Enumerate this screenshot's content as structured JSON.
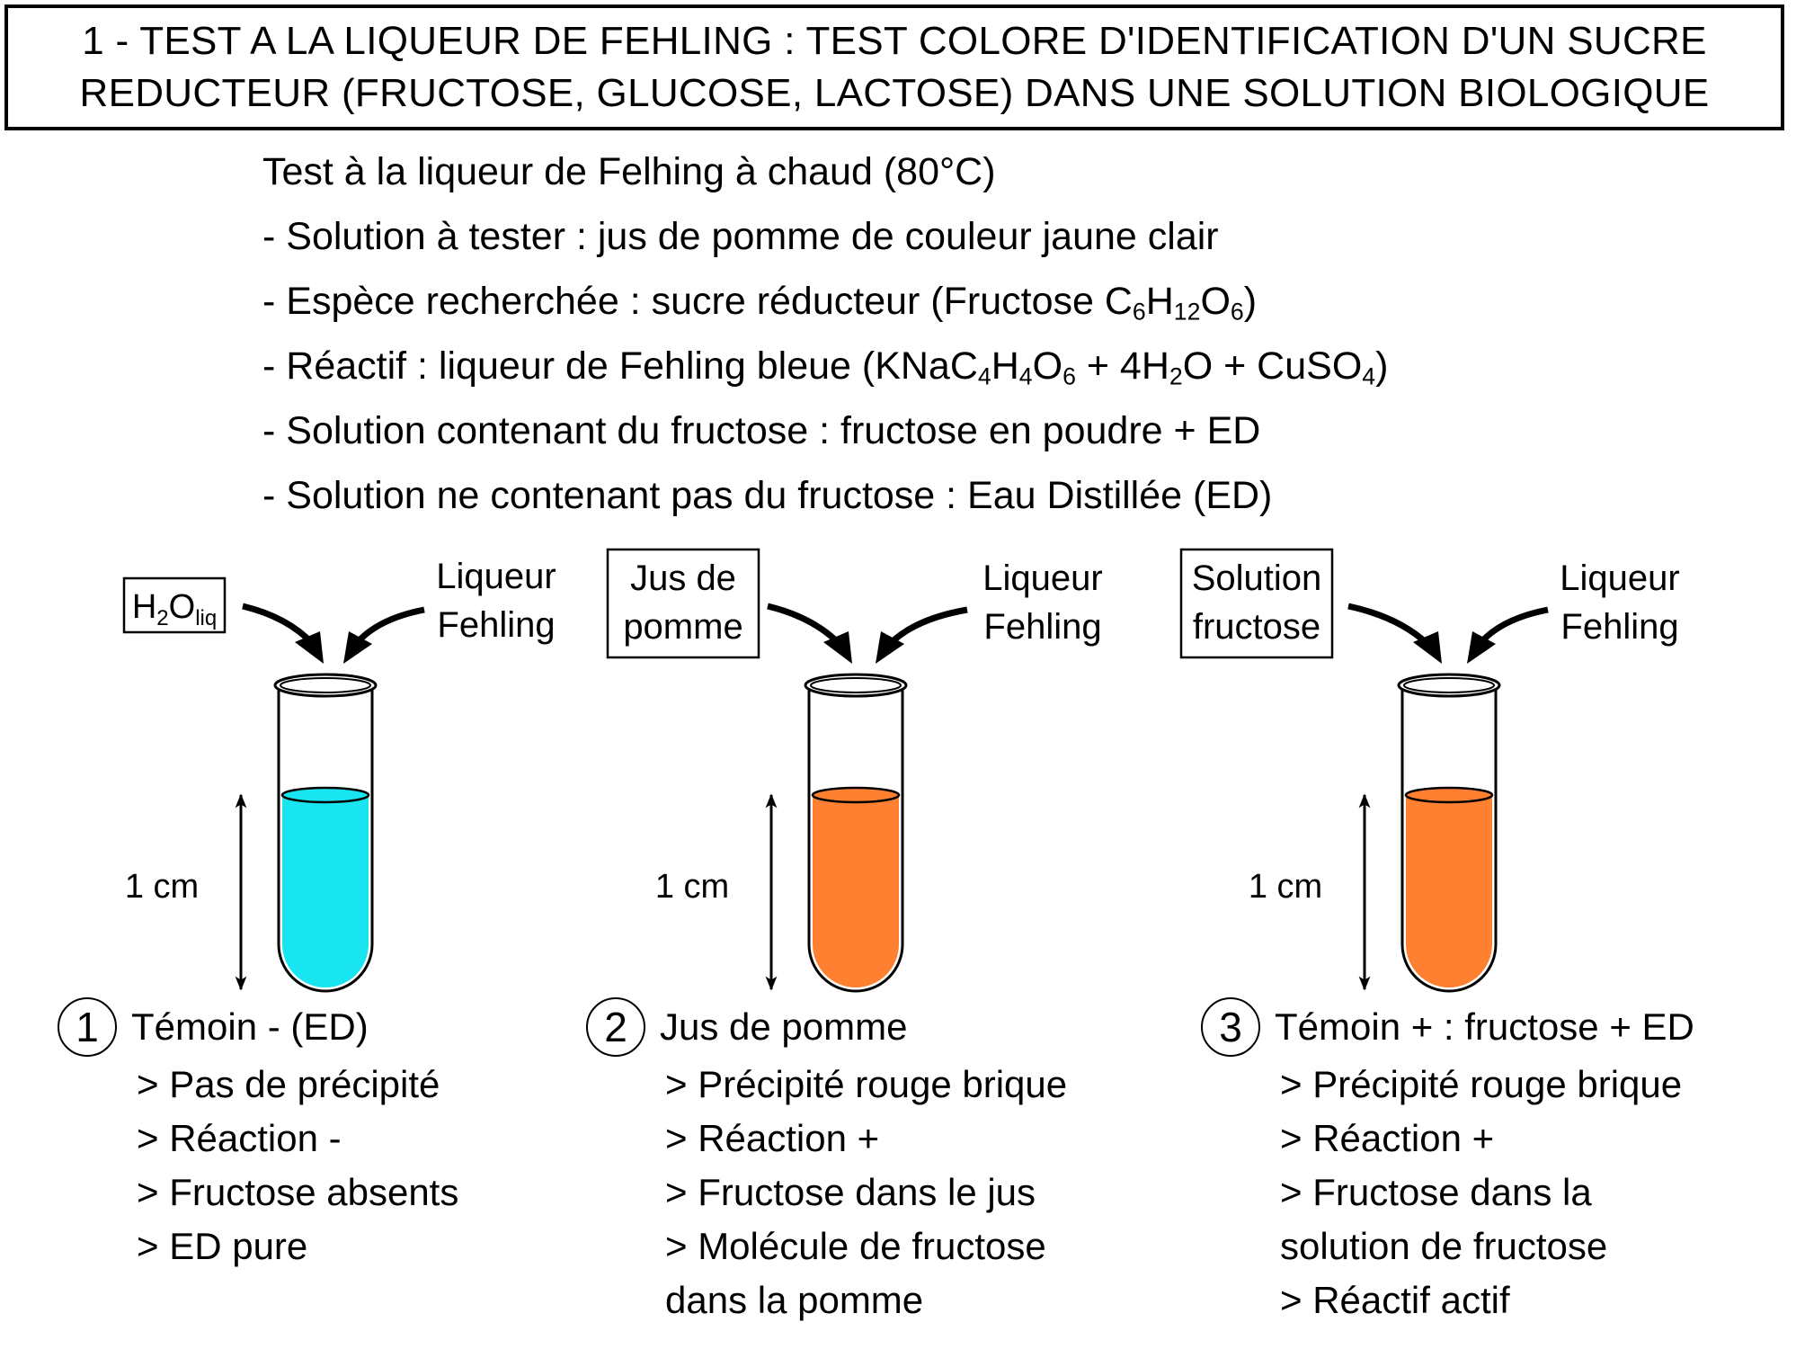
{
  "title": {
    "line1": "1 - TEST A LA LIQUEUR DE FEHLING : TEST COLORE D'IDENTIFICATION D'UN SUCRE",
    "line2": "REDUCTEUR (FRUCTOSE, GLUCOSE, LACTOSE) DANS UNE SOLUTION BIOLOGIQUE"
  },
  "intro": {
    "line1": "Test à la liqueur de Felhing à chaud (80°C)",
    "line2": "- Solution à tester : jus de pomme de couleur jaune clair",
    "line3_prefix": "- Espèce recherchée : sucre réducteur (Fructose C",
    "line3_sub1": "6",
    "line3_mid1": "H",
    "line3_sub2": "12",
    "line3_mid2": "O",
    "line3_sub3": "6",
    "line3_suffix": ")",
    "line4_prefix": "- Réactif : liqueur de Fehling bleue (KNaC",
    "line4_sub1": "4",
    "line4_mid1": "H",
    "line4_sub2": "4",
    "line4_mid2": "O",
    "line4_sub3": "6",
    "line4_mid3": " + 4H",
    "line4_sub4": "2",
    "line4_mid4": "O + CuSO",
    "line4_sub5": "4",
    "line4_suffix": ")",
    "line5": "- Solution contenant du fructose : fructose en poudre  + ED",
    "line6": "- Solution ne contenant pas du fructose : Eau Distillée (ED)"
  },
  "reagent_label": {
    "line1": "Liqueur",
    "line2": "Fehling"
  },
  "height_label": "1 cm",
  "colors": {
    "blue_liquid": "#19E5F0",
    "orange_liquid": "#FF8030"
  },
  "tubes": [
    {
      "input_main": "H",
      "input_sub1": "2",
      "input_mid": "O",
      "input_sub2": "liq",
      "liquid": "blue",
      "number": "1",
      "head": "Témoin - (ED)",
      "items": [
        "> Pas de précipité",
        "> Réaction -",
        "> Fructose absents",
        "> ED pure"
      ]
    },
    {
      "input_line1": "Jus de",
      "input_line2": "pomme",
      "liquid": "orange",
      "number": "2",
      "head": "Jus de pomme",
      "items": [
        "> Précipité rouge brique",
        "> Réaction +",
        "> Fructose dans le jus",
        "> Molécule de fructose",
        "dans la pomme"
      ]
    },
    {
      "input_line1": "Solution",
      "input_line2": "fructose",
      "liquid": "orange",
      "number": "3",
      "head": "Témoin + : fructose + ED",
      "items": [
        "> Précipité rouge brique",
        "> Réaction +",
        "> Fructose dans la",
        "solution de fructose",
        "> Réactif actif"
      ]
    }
  ]
}
